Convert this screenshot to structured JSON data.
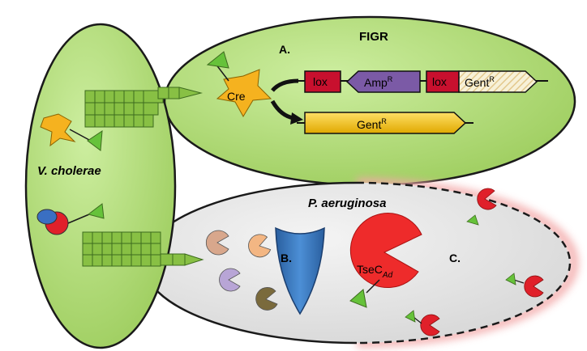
{
  "cells": {
    "vc": {
      "label": "V. cholerae"
    },
    "figr": {
      "label": "FIGR",
      "panel": "A."
    },
    "pa": {
      "label": "P. aeruginosa"
    }
  },
  "panels": {
    "b": "B.",
    "c": "C."
  },
  "cre": {
    "label": "Cre"
  },
  "construct_top": {
    "lox1": "lox",
    "amp": "Amp",
    "amp_sup": "R",
    "lox2": "lox",
    "gent": "Gent",
    "gent_sup": "R"
  },
  "construct_bottom": {
    "gent": "Gent",
    "gent_sup": "R"
  },
  "toxin": {
    "label": "TseC",
    "sub": "Ad"
  },
  "colors": {
    "cell_green": "#a8d86e",
    "cell_outline": "#1a1a1a",
    "pa_fill": "#e6e6e6",
    "lox_red": "#c8102e",
    "amp_purple": "#7b5aa6",
    "gent_yellow": "#f2c200",
    "cre_yellow": "#f5b21f",
    "shield_blue": "#3a78c2",
    "toxin_red": "#ee2b2b",
    "glow_pink": "#f4b5b5",
    "effector_tan": "#d8a78c",
    "effector_orange": "#f3b683",
    "effector_lavender": "#b8a5d6",
    "effector_olive": "#7a6a3c"
  },
  "icons": [
    "syringe-icon",
    "cre-star-icon",
    "triangle-tag-icon",
    "shield-icon",
    "pacman-effector-icon"
  ]
}
